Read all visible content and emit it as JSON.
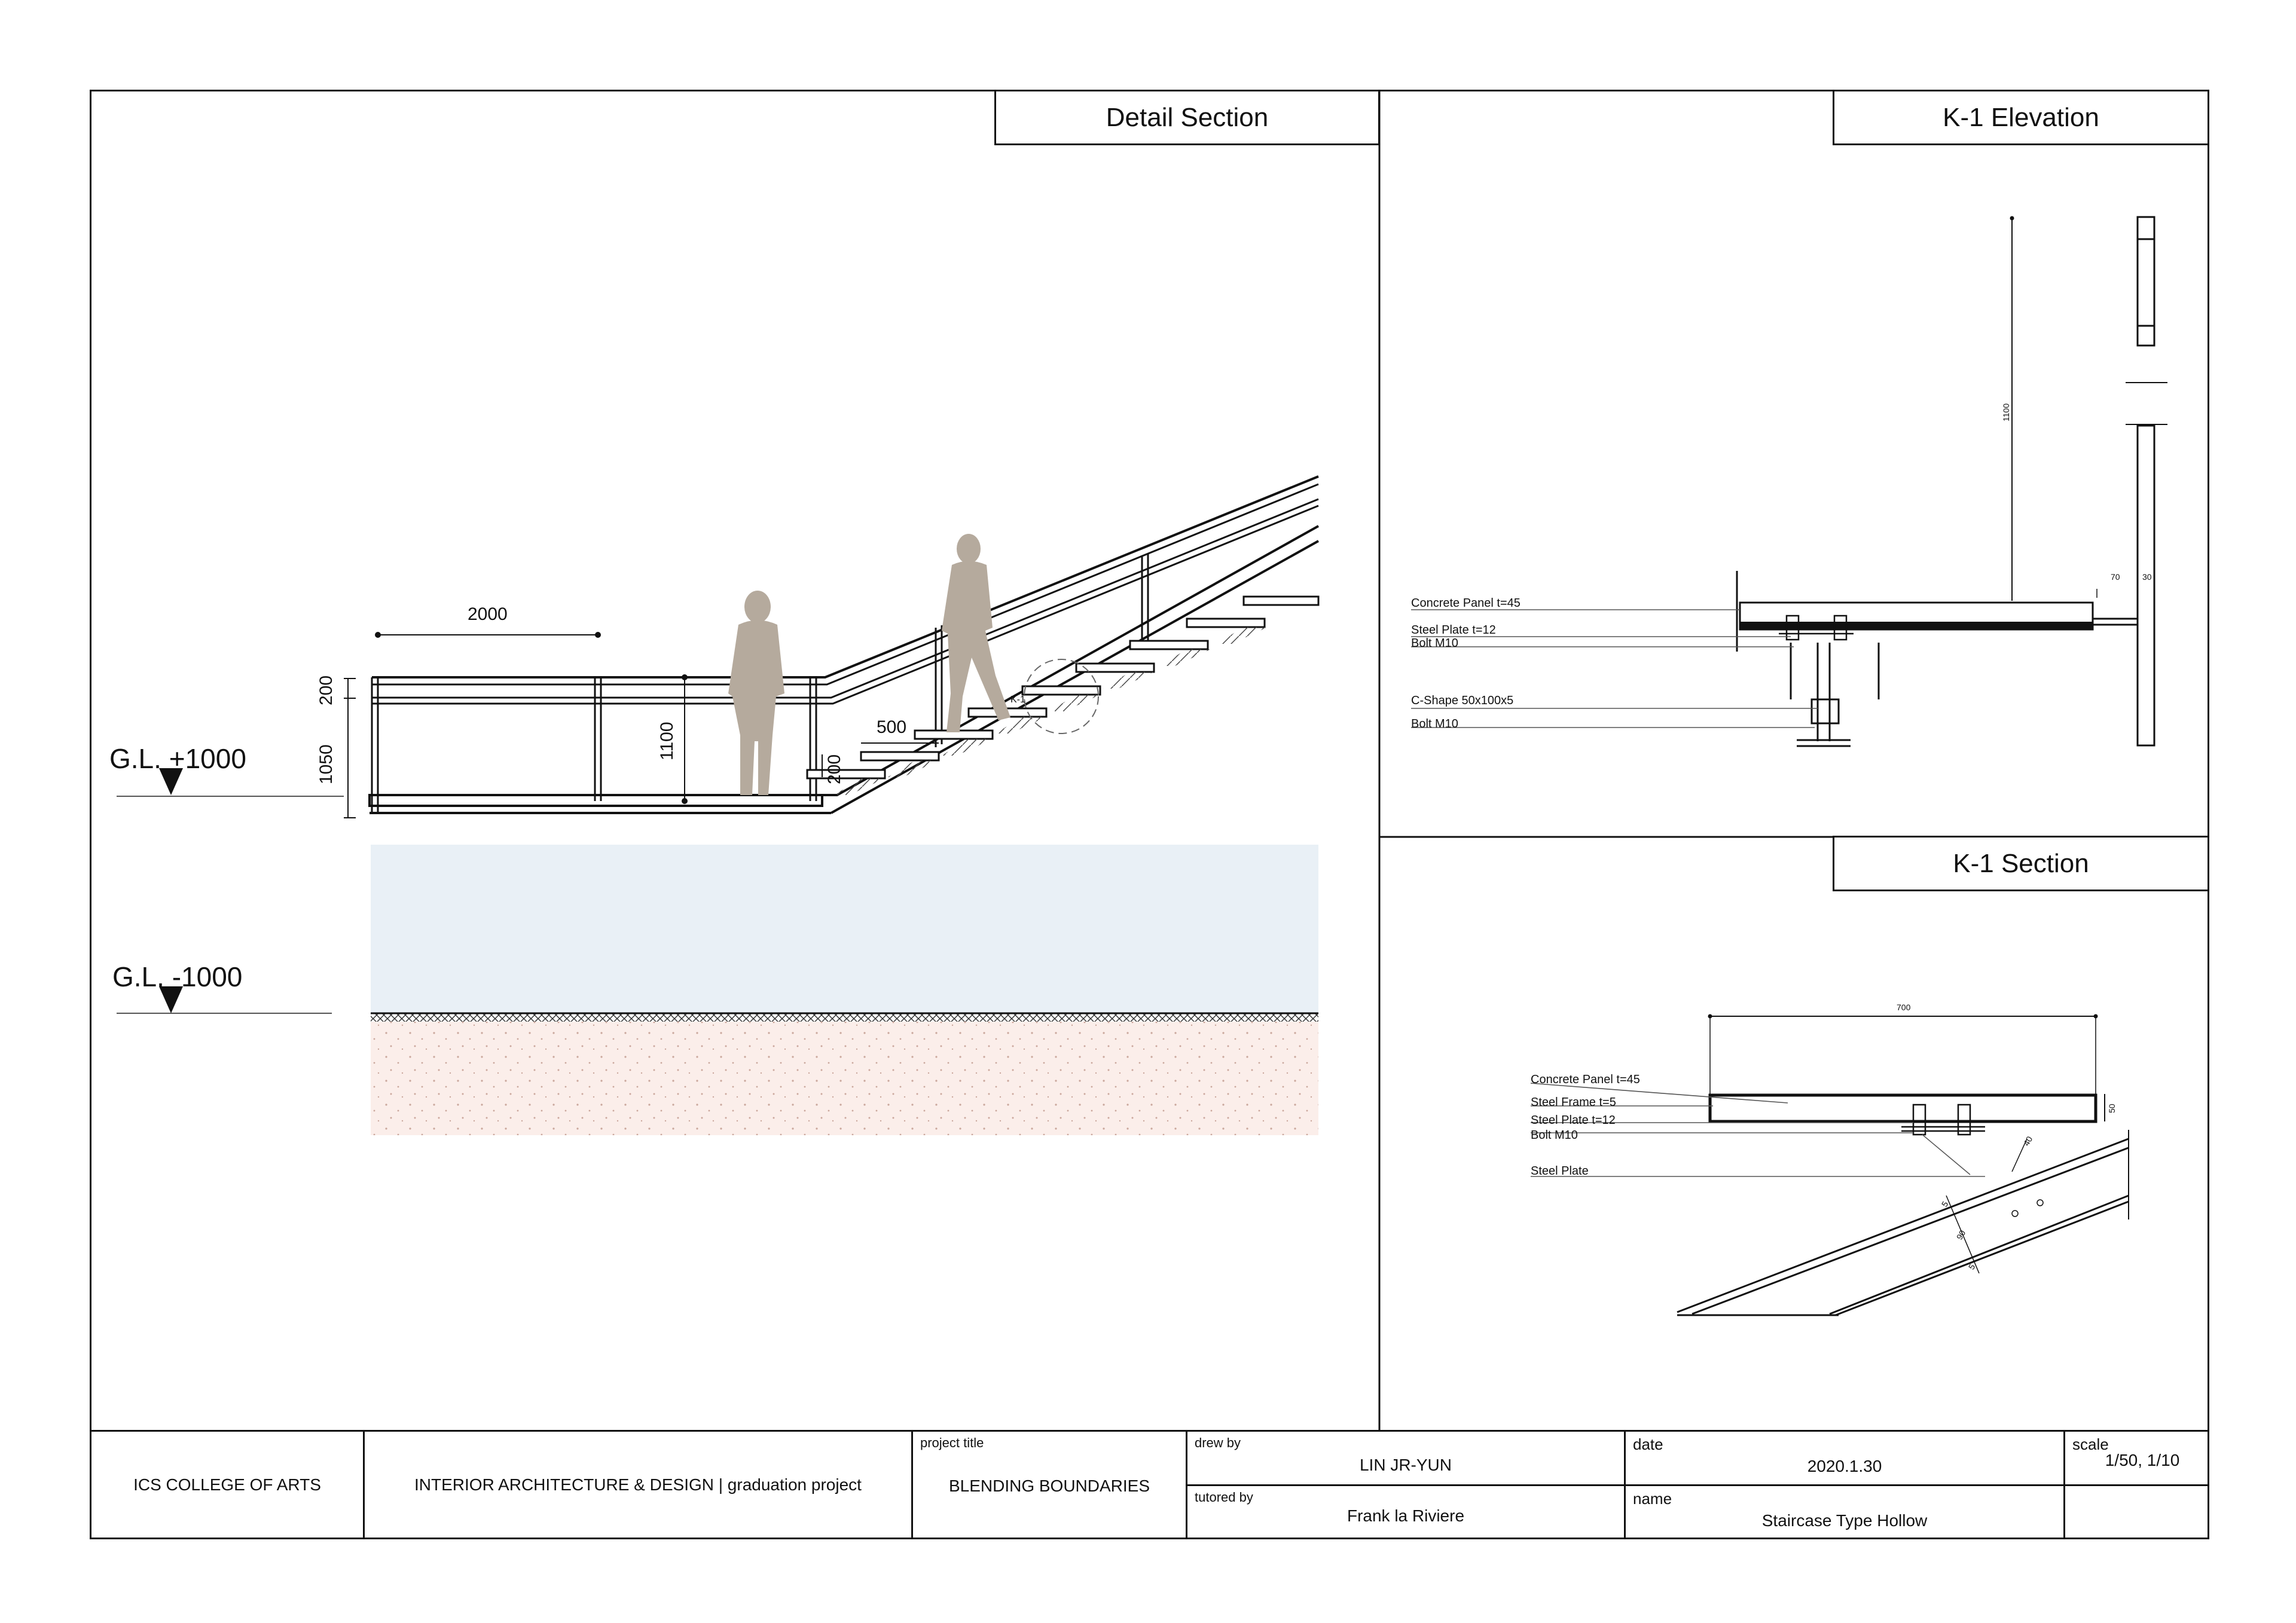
{
  "panels": {
    "detail_section": {
      "title": "Detail Section",
      "levels": {
        "upper": "G.L. +1000",
        "lower": "G.L. -1000"
      },
      "dims": {
        "width_2000": "2000",
        "rail_200": "200",
        "rail_1050": "1050",
        "height_1100": "1100",
        "step_500": "500",
        "riser_200": "200"
      },
      "callout": "K-1"
    },
    "k1_elevation": {
      "title": "K-1 Elevation",
      "dims": {
        "height_1100": "1100",
        "d70": "70",
        "d30": "30"
      },
      "labels": [
        "Concrete Panel t=45",
        "Steel Plate t=12",
        "Bolt M10",
        "C-Shape 50x100x5",
        "Bolt M10"
      ]
    },
    "k1_section": {
      "title": "K-1 Section",
      "dims": {
        "width_700": "700",
        "d50": "50",
        "d40": "40",
        "d5a": "5",
        "d90": "90",
        "d5b": "5"
      },
      "labels": [
        "Concrete Panel t=45",
        "Steel Frame t=5",
        "Steel Plate t=12",
        "Bolt M10",
        "Steel Plate"
      ]
    }
  },
  "title_block": {
    "school": "ICS COLLEGE OF ARTS",
    "program": "INTERIOR ARCHITECTURE & DESIGN | graduation project",
    "project_title_label": "project title",
    "project_title": "BLENDING BOUNDARIES",
    "drew_by_label": "drew by",
    "drew_by": "LIN JR-YUN",
    "tutored_by_label": "tutored by",
    "tutored_by": "Frank la Riviere",
    "date_label": "date",
    "date": "2020.1.30",
    "name_label": "name",
    "name": "Staircase Type Hollow",
    "scale_label": "scale",
    "scale": "1/50, 1/10"
  },
  "colors": {
    "line": "#111111",
    "water": "#e9f0f6",
    "soil": "#fbeeea",
    "figure": "#b5aa9d"
  }
}
